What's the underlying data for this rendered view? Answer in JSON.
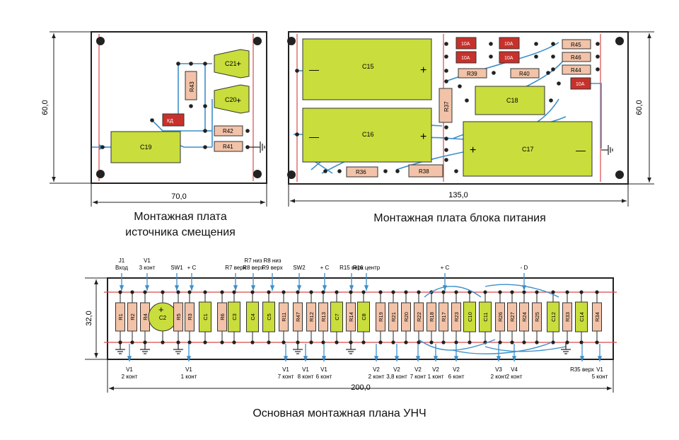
{
  "colors": {
    "component_green": "#c9dd3c",
    "resistor_pink": "#f2c3a8",
    "diode_red": "#c8312b",
    "trace_blue": "#3d8fc9",
    "rail_red": "#d84a4a",
    "board_outline": "#222222"
  },
  "bias_board": {
    "caption_line1": "Монтажная плата",
    "caption_line2": "источника смещения",
    "width_dim": "70,0",
    "height_dim": "60,0",
    "parts": {
      "c21": "C21",
      "c20": "C20",
      "c19": "C19",
      "r43": "R43",
      "r42": "R42",
      "r41": "R41",
      "diode": "КД",
      "plus": "+"
    }
  },
  "psu_board": {
    "caption": "Монтажная плата блока питания",
    "width_dim": "135,0",
    "height_dim": "60,0",
    "parts": {
      "c15": "C15",
      "c16": "C16",
      "c17": "C17",
      "c18": "C18",
      "r45": "R45",
      "r46": "R46",
      "r44": "R44",
      "r39": "R39",
      "r40": "R40",
      "r37": "R37",
      "r36": "R36",
      "r38": "R38",
      "d1": "10А",
      "d2": "10А",
      "d3": "10А",
      "d4": "10А",
      "d5": "10А",
      "plus": "+",
      "minus": "—"
    }
  },
  "amp_board": {
    "caption": "Основная монтажная плана УНЧ",
    "width_dim": "200,0",
    "height_dim": "32,0",
    "components": [
      {
        "label": "R1",
        "kind": "resistor"
      },
      {
        "label": "R2",
        "kind": "resistor"
      },
      {
        "label": "R4",
        "kind": "resistor"
      },
      {
        "label": "C2",
        "kind": "electrolytic"
      },
      {
        "label": "R5",
        "kind": "resistor"
      },
      {
        "label": "R3",
        "kind": "resistor"
      },
      {
        "label": "C1",
        "kind": "capacitor"
      },
      {
        "label": "R6",
        "kind": "resistor"
      },
      {
        "label": "C3",
        "kind": "capacitor"
      },
      {
        "label": "C4",
        "kind": "capacitor"
      },
      {
        "label": "C5",
        "kind": "capacitor"
      },
      {
        "label": "R11",
        "kind": "resistor"
      },
      {
        "label": "R47",
        "kind": "resistor"
      },
      {
        "label": "R12",
        "kind": "resistor"
      },
      {
        "label": "R13",
        "kind": "resistor"
      },
      {
        "label": "C7",
        "kind": "capacitor"
      },
      {
        "label": "R14",
        "kind": "resistor"
      },
      {
        "label": "C8",
        "kind": "capacitor"
      },
      {
        "label": "R19",
        "kind": "resistor"
      },
      {
        "label": "R21",
        "kind": "resistor"
      },
      {
        "label": "R20",
        "kind": "resistor"
      },
      {
        "label": "R22",
        "kind": "resistor"
      },
      {
        "label": "R18",
        "kind": "resistor"
      },
      {
        "label": "R17",
        "kind": "resistor"
      },
      {
        "label": "R23",
        "kind": "resistor"
      },
      {
        "label": "C10",
        "kind": "capacitor"
      },
      {
        "label": "C11",
        "kind": "capacitor"
      },
      {
        "label": "R26",
        "kind": "resistor"
      },
      {
        "label": "R27",
        "kind": "resistor"
      },
      {
        "label": "R24",
        "kind": "resistor"
      },
      {
        "label": "R25",
        "kind": "resistor"
      },
      {
        "label": "C12",
        "kind": "capacitor"
      },
      {
        "label": "R33",
        "kind": "resistor"
      },
      {
        "label": "C14",
        "kind": "capacitor"
      },
      {
        "label": "R34",
        "kind": "resistor"
      }
    ],
    "top_labels": [
      {
        "lines": [
          "J1",
          "Вход"
        ]
      },
      {
        "lines": [
          "V1",
          "3 конт"
        ]
      },
      {
        "lines": [
          "SW1"
        ]
      },
      {
        "lines": [
          "+ C"
        ]
      },
      {
        "lines": [
          "R7 верх"
        ]
      },
      {
        "lines": [
          "R7 низ",
          "R8 верх"
        ]
      },
      {
        "lines": [
          "R8 низ",
          "R9 верх"
        ]
      },
      {
        "lines": [
          "SW2"
        ]
      },
      {
        "lines": [
          "+ C"
        ]
      },
      {
        "lines": [
          "R15 верх"
        ]
      },
      {
        "lines": [
          "R16 центр"
        ]
      },
      {
        "lines": [
          "+ C"
        ]
      },
      {
        "lines": [
          "- D"
        ]
      }
    ],
    "bottom_labels": [
      {
        "lines": [
          "V1",
          "2 конт"
        ]
      },
      {
        "lines": [
          "V1",
          "1 конт"
        ]
      },
      {
        "lines": [
          "V1",
          "7 конт"
        ]
      },
      {
        "lines": [
          "V1",
          "8 конт"
        ]
      },
      {
        "lines": [
          "V1",
          "6 конт"
        ]
      },
      {
        "lines": [
          "V2",
          "2 конт"
        ]
      },
      {
        "lines": [
          "V2",
          "3,8 конт"
        ]
      },
      {
        "lines": [
          "V2",
          "7 конт"
        ]
      },
      {
        "lines": [
          "V2",
          "1 конт"
        ]
      },
      {
        "lines": [
          "V2",
          "6 конт"
        ]
      },
      {
        "lines": [
          "V3",
          "2 конт"
        ]
      },
      {
        "lines": [
          "V4",
          "2 конт"
        ]
      },
      {
        "lines": [
          "R35 верх"
        ]
      },
      {
        "lines": [
          "V1",
          "5 конт"
        ]
      }
    ]
  }
}
